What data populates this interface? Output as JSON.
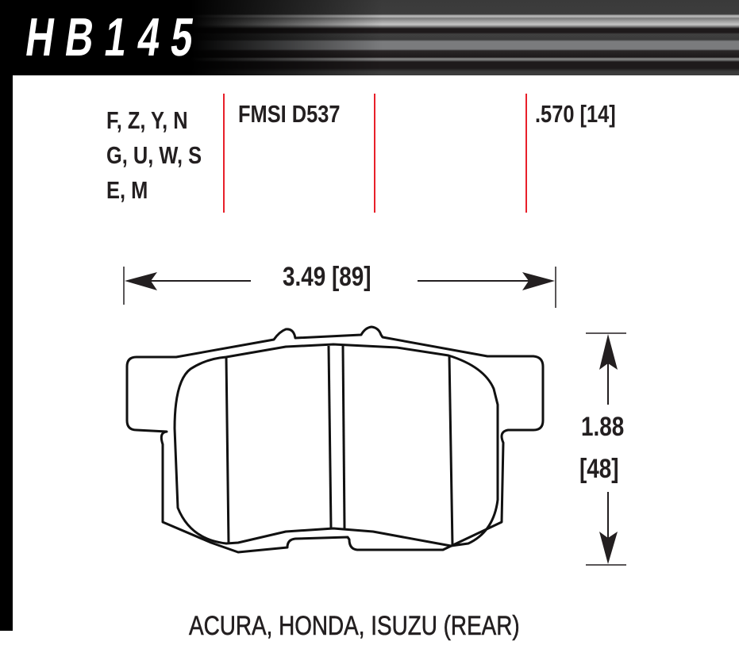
{
  "header": {
    "part_number": "HB145"
  },
  "specs": {
    "compounds": [
      "F, Z, Y, N",
      "G, U, W, S",
      "E, M"
    ],
    "fmsi": "FMSI D537",
    "thickness": ".570 [14]"
  },
  "dimensions": {
    "width": "3.49 [89]",
    "height_in": "1.88",
    "height_mm": "[48]"
  },
  "application": "ACURA, HONDA, ISUZU (REAR)",
  "colors": {
    "accent_red": "#e8202a",
    "text": "#231f20",
    "header_bg": "#000000"
  }
}
